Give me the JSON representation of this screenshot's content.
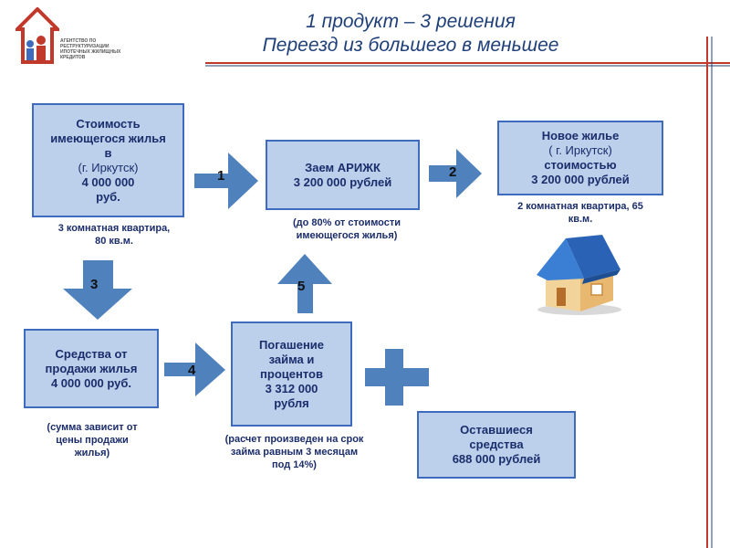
{
  "header": {
    "title_line1": "1 продукт – 3 решения",
    "title_line2": "Переезд из большего в меньшее"
  },
  "logo": {
    "text": "Агентство по реструктуризации ипотечных жилищных кредитов"
  },
  "boxes": {
    "current_home": [
      "Стоимость",
      "имеющегося жилья",
      "в",
      "(г. Иркутск)",
      "4 000 000",
      "руб."
    ],
    "loan": [
      "Заем АРИЖК",
      "3 200 000 рублей"
    ],
    "new_home": [
      "Новое жилье",
      "( г. Иркутск)",
      "стоимостью",
      "3 200 000 рублей"
    ],
    "sale_funds": [
      "Средства от",
      "продажи жилья",
      "4 000 000 руб."
    ],
    "repayment": [
      "Погашение",
      "займа и",
      "процентов",
      "3 312 000",
      "рубля"
    ],
    "remaining": [
      "Оставшиеся",
      "средства",
      "688 000 рублей"
    ]
  },
  "notes": {
    "current_home": [
      "3 комнатная квартира,",
      "80 кв.м."
    ],
    "loan": [
      "(до 80% от стоимости",
      "имеющегося жилья)"
    ],
    "new_home": [
      "2 комнатная квартира, 65",
      "кв.м."
    ],
    "sale_funds": [
      "(сумма зависит от",
      "цены продажи",
      "жилья)"
    ],
    "repayment": [
      "(расчет произведен на срок",
      "займа равным 3 месяцам",
      "под 14%)"
    ]
  },
  "steps": [
    "1",
    "2",
    "3",
    "4",
    "5"
  ],
  "colors": {
    "box_fill": "#bcd0ec",
    "box_border": "#3f6bbf",
    "arrow": "#4f81bd",
    "title": "#1f3f7a",
    "accent_red": "#c0392b"
  },
  "icons": [
    "agency-logo-icon",
    "house-icon",
    "plus-icon"
  ]
}
